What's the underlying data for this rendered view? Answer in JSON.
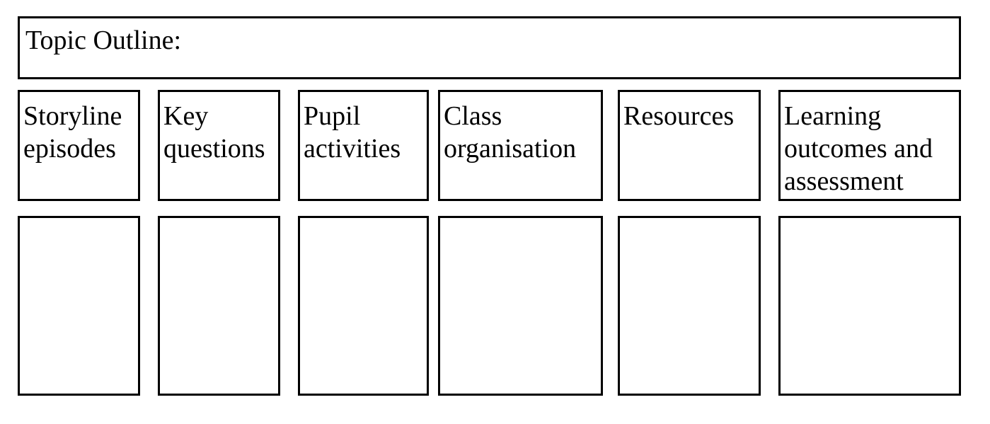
{
  "topic": {
    "label": "Topic Outline:"
  },
  "columns": [
    {
      "heading": "Storyline\nepisodes"
    },
    {
      "heading": "Key\nquestions"
    },
    {
      "heading": "Pupil\nactivities"
    },
    {
      "heading": "Class\norganisation"
    },
    {
      "heading": "Resources"
    },
    {
      "heading": "Learning\noutcomes and\nassessment"
    }
  ],
  "colors": {
    "border": "#000000",
    "background": "#ffffff",
    "text": "#000000"
  }
}
